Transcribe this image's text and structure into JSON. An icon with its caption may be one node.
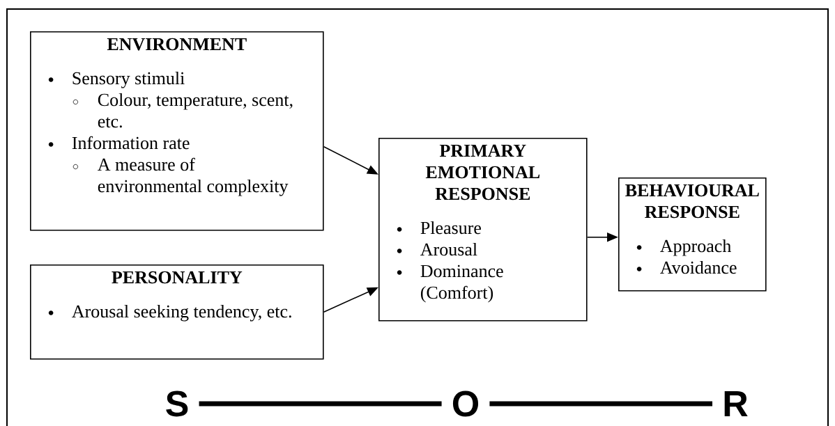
{
  "diagram": {
    "nodes": [
      {
        "text": [
          "ENVIRONMENT",
          "Sensory stimuli",
          "Colour, temperature, scent, etc.",
          "Information rate",
          "A measure of environmental complexity"
        ]
      },
      {
        "text": [
          "PERSONALITY",
          "Arousal seeking tendency, etc."
        ]
      },
      {
        "text": [
          "PRIMARY EMOTIONAL RESPONSE",
          "Pleasure",
          "Arousal",
          "Dominance (Comfort)"
        ]
      },
      {
        "text": [
          "BEHAVIOURAL RESPONSE",
          "Approach",
          "Avoidance"
        ]
      },
      {
        "text": [
          "S"
        ]
      },
      {
        "text": [
          "O"
        ]
      },
      {
        "text": [
          "R"
        ]
      }
    ],
    "edges": [
      {
        "from": 0,
        "to": 2,
        "arrow": "to"
      },
      {
        "from": 1,
        "to": 2,
        "arrow": "to"
      },
      {
        "from": 2,
        "to": 3,
        "arrow": "to"
      },
      {
        "from": 4,
        "to": 5,
        "arrow": "none",
        "style": "thick"
      },
      {
        "from": 5,
        "to": 6,
        "arrow": "none",
        "style": "thick"
      }
    ]
  }
}
